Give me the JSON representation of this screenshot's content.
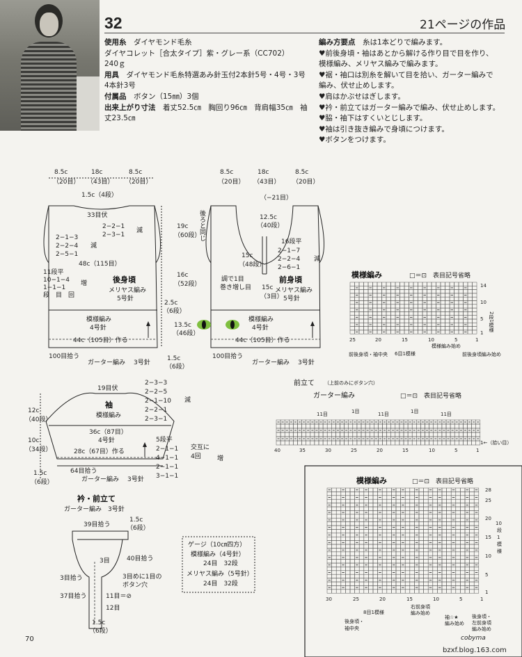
{
  "pattern_number": "32",
  "page_ref": "21ページの作品",
  "page_number": "70",
  "blog": "bzxf.blog.163.com",
  "materials": {
    "yarn_label": "使用糸",
    "yarn_brand": "ダイヤモンド毛糸",
    "yarn_name": "ダイヤコレット［合太タイプ］紫・グレー系（CC702）",
    "yarn_amount": "240ｇ",
    "tools_label": "用具",
    "tools": "ダイヤモンド毛糸特選あみ針玉付2本針5号・4号・3号　4本針3号",
    "accessories_label": "付属品",
    "accessories": "ボタン（15㎜）3個",
    "size_label": "出来上がり寸法",
    "size": "着丈52.5㎝　胸回り96㎝　背肩幅35㎝　袖丈23.5㎝"
  },
  "instructions": {
    "title": "編み方要点",
    "intro": "糸は1本どりで編みます。",
    "steps": [
      "♥前後身頃・袖はあとから解ける作り目で目を作り、",
      "模様編み、メリヤス編みで編みます。",
      "♥裾・袖口は別糸を解いて目を拾い、ガーター編みで",
      "編み、伏せ止めします。",
      "♥肩はかぶせはぎします。",
      "♥衿・前立てはガーター編みで編み、伏せ止めします。",
      "♥脇・袖下はすくいとじします。",
      "♥袖は引き抜き編みで身頃につけます。",
      "♥ボタンをつけます。"
    ]
  },
  "back": {
    "title": "後身頃",
    "stitch": "メリヤス編み",
    "needle": "5号針",
    "top_widths": [
      "8.5c",
      "18c",
      "8.5c"
    ],
    "top_counts": [
      "（20目）",
      "（43目）",
      "（20目）"
    ],
    "neck_depth": "1.5c（4段）",
    "neck_bind": "33目伏",
    "neck_dec": [
      "2−2−1",
      "2−3−1"
    ],
    "dec_label": "減",
    "arm_dec": [
      "2−1−3",
      "2−2−4",
      "2−5−1"
    ],
    "chest": "48c（115目）",
    "side_inc": [
      "11段平",
      "10−1−4",
      "1−1−1",
      "段　目　回"
    ],
    "inc_label": "増",
    "yoke_h": "19c",
    "yoke_rows": "（60段）",
    "body_h": "16c",
    "body_rows": "（52段）",
    "pattern_label": "模様編み",
    "pattern_needle": "4号針",
    "pattern_h": "13.5c",
    "pattern_rows": "（46段）",
    "garter_h": "2.5c",
    "garter_rows": "（6段）",
    "cast_on": "44c（105目）作る",
    "pickup": "100目拾う",
    "garter": "ガーター編み",
    "garter_needle": "3号針",
    "hem_h": "1.5c",
    "hem_rows": "（6段）"
  },
  "front": {
    "title": "前身頃",
    "stitch": "メリヤス編み",
    "needle": "5号針",
    "top_widths": [
      "8.5c",
      "18c",
      "8.5c"
    ],
    "top_counts": [
      "（20目）",
      "（43目）",
      "（20目）"
    ],
    "neck_top": "（−21目）",
    "neck_depth": "12.5c",
    "neck_rows": "（40段）",
    "neck_flat": "16段平",
    "neck_dec": [
      "2−1−7",
      "2−2−4",
      "2−6−1"
    ],
    "dec_label": "減",
    "same_as_back": "後ろと同じ",
    "placket_h": "15c",
    "placket_rows": "（48段）",
    "placket_w": "15c",
    "placket_sts": "（3目）",
    "adjust": [
      "調で1目",
      "巻き増し目"
    ],
    "pattern_label": "模様編み",
    "pattern_needle": "4号針",
    "cast_on": "44c（105目）作る",
    "pickup": "100目拾う",
    "garter": "ガーター編み",
    "garter_needle": "3号針"
  },
  "sleeve": {
    "title": "袖",
    "stitch": "模様編み",
    "bind": "19目伏",
    "cap_dec": [
      "2−3−3",
      "2−2−5",
      "2−1−10",
      "2−2−1",
      "2−3−1"
    ],
    "dec_label": "減",
    "cap_h": "12c",
    "cap_rows": "（40段）",
    "width": "36c（87目）",
    "needle": "4号針",
    "body_h": "10c",
    "body_rows": "（34段）",
    "cast_on": "28c（67目）作る",
    "flat": "5段平",
    "inc": [
      "2−1−1",
      "4−1−1",
      "2−1−1",
      "3−1−1"
    ],
    "alternate": [
      "交互に",
      "4回"
    ],
    "inc_label": "増",
    "pickup": "64目拾う",
    "garter": "ガーター編み",
    "garter_needle": "3号針",
    "cuff_h": "1.5c",
    "cuff_rows": "（6段）"
  },
  "collar": {
    "title": "衿・前立て",
    "subtitle": "ガーター編み　3号針",
    "top_pickup": "39目拾う",
    "side_h": "1.5c",
    "side_rows": "（6段）",
    "curve_pickup": "40目拾う",
    "three": "3目",
    "pick3": "3目拾う",
    "buttonhole": [
      "3目めに1目の",
      "ボタン穴"
    ],
    "pick37": "37目拾う",
    "eleven": "11目＝⊘",
    "twelve": "12目",
    "bottom_h": "1.5c",
    "bottom_rows": "（6段）"
  },
  "gauge": {
    "title": "ゲージ（10㎝四方）",
    "p1": "模様編み（4号針）",
    "p1v": "24目　32段",
    "p2": "メリヤス編み（5号針）",
    "p2v": "24目　32段"
  },
  "chart1": {
    "title": "模様編み",
    "legend": "□＝⊡　表目記号省略",
    "col_labels": [
      "25",
      "20",
      "15",
      "10",
      "5",
      "1"
    ],
    "row_labels": [
      "14",
      "10",
      "5",
      "1"
    ],
    "repeat_r": "2段1模様",
    "repeat_c": "6目1模様",
    "start": "模様編み始め",
    "left_note": "前後身頃・袖中央",
    "right_note": "前後身頃編み始め"
  },
  "placket": {
    "title": "前立て",
    "title_note": "（上前のみにボタン穴）",
    "stitch": "ガーター編み",
    "legend": "□＝⊡　表目記号省略",
    "counts": [
      "11目",
      "1目",
      "11目",
      "1目",
      "11目"
    ],
    "col_labels": [
      "40",
      "35",
      "30",
      "25",
      "20",
      "15",
      "10",
      "5",
      "1"
    ],
    "right_note": "1←（拾い目）"
  },
  "chart2": {
    "title": "模様編み",
    "legend": "□＝⊡　表目記号省略",
    "col_labels": [
      "30",
      "25",
      "20",
      "15",
      "10",
      "5",
      "1"
    ],
    "row_labels": [
      "28",
      "25",
      "20",
      "15",
      "10",
      "5",
      "1"
    ],
    "repeat_r": [
      "10",
      "段",
      "1",
      "模",
      "様"
    ],
    "repeat_c": "8目1模様",
    "start": [
      "右前身頃",
      "編み始め"
    ],
    "sleeve_mark": [
      "袖☆★",
      "編み始め"
    ],
    "left_note": [
      "後身頃・",
      "袖中央"
    ],
    "right_note": [
      "後身頃・",
      "左前身頃",
      "編み始め"
    ],
    "signature": "cobyma"
  }
}
